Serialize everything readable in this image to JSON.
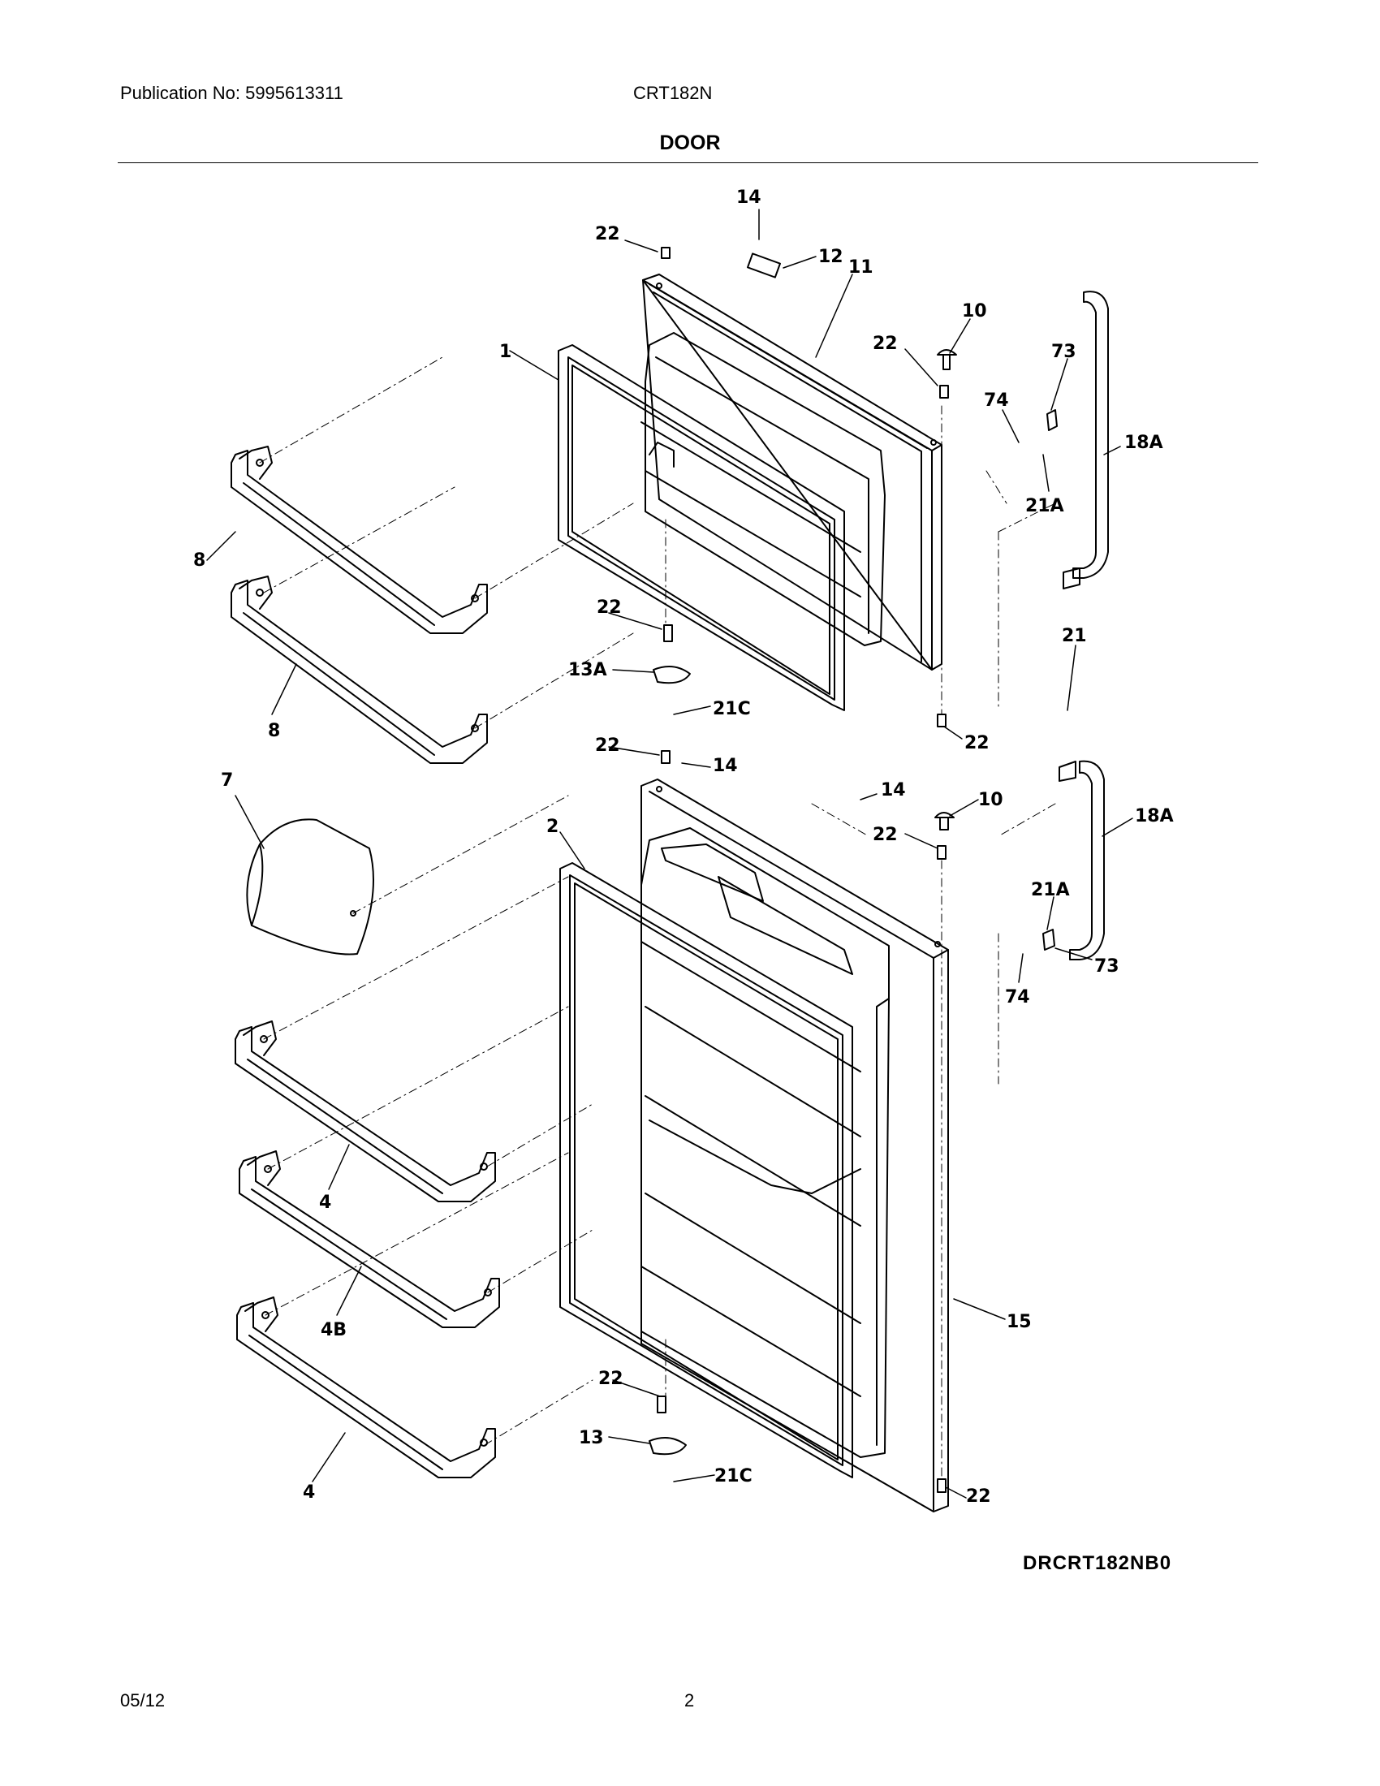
{
  "header": {
    "publication": "Publication No: 5995613311",
    "model": "CRT182N",
    "section_title": "DOOR"
  },
  "footer": {
    "date": "05/12",
    "page": "2"
  },
  "diagram_code": "DRCRT182NB0",
  "callouts": [
    {
      "id": "c1",
      "text": "14"
    },
    {
      "id": "c2",
      "text": "22"
    },
    {
      "id": "c3",
      "text": "12"
    },
    {
      "id": "c4",
      "text": "11"
    },
    {
      "id": "c5",
      "text": "10"
    },
    {
      "id": "c6",
      "text": "22"
    },
    {
      "id": "c7",
      "text": "1"
    },
    {
      "id": "c8",
      "text": "73"
    },
    {
      "id": "c9",
      "text": "74"
    },
    {
      "id": "c10",
      "text": "18A"
    },
    {
      "id": "c11",
      "text": "21A"
    },
    {
      "id": "c12",
      "text": "8"
    },
    {
      "id": "c13",
      "text": "22"
    },
    {
      "id": "c14",
      "text": "13A"
    },
    {
      "id": "c15",
      "text": "21"
    },
    {
      "id": "c16",
      "text": "21C"
    },
    {
      "id": "c17",
      "text": "8"
    },
    {
      "id": "c18",
      "text": "22"
    },
    {
      "id": "c19",
      "text": "22"
    },
    {
      "id": "c20",
      "text": "14"
    },
    {
      "id": "c21",
      "text": "7"
    },
    {
      "id": "c22",
      "text": "14"
    },
    {
      "id": "c23",
      "text": "10"
    },
    {
      "id": "c24",
      "text": "18A"
    },
    {
      "id": "c25",
      "text": "2"
    },
    {
      "id": "c26",
      "text": "22"
    },
    {
      "id": "c27",
      "text": "21A"
    },
    {
      "id": "c28",
      "text": "73"
    },
    {
      "id": "c29",
      "text": "74"
    },
    {
      "id": "c30",
      "text": "4"
    },
    {
      "id": "c31",
      "text": "4B"
    },
    {
      "id": "c32",
      "text": "15"
    },
    {
      "id": "c33",
      "text": "22"
    },
    {
      "id": "c34",
      "text": "13"
    },
    {
      "id": "c35",
      "text": "21C"
    },
    {
      "id": "c36",
      "text": "4"
    },
    {
      "id": "c37",
      "text": "22"
    }
  ]
}
